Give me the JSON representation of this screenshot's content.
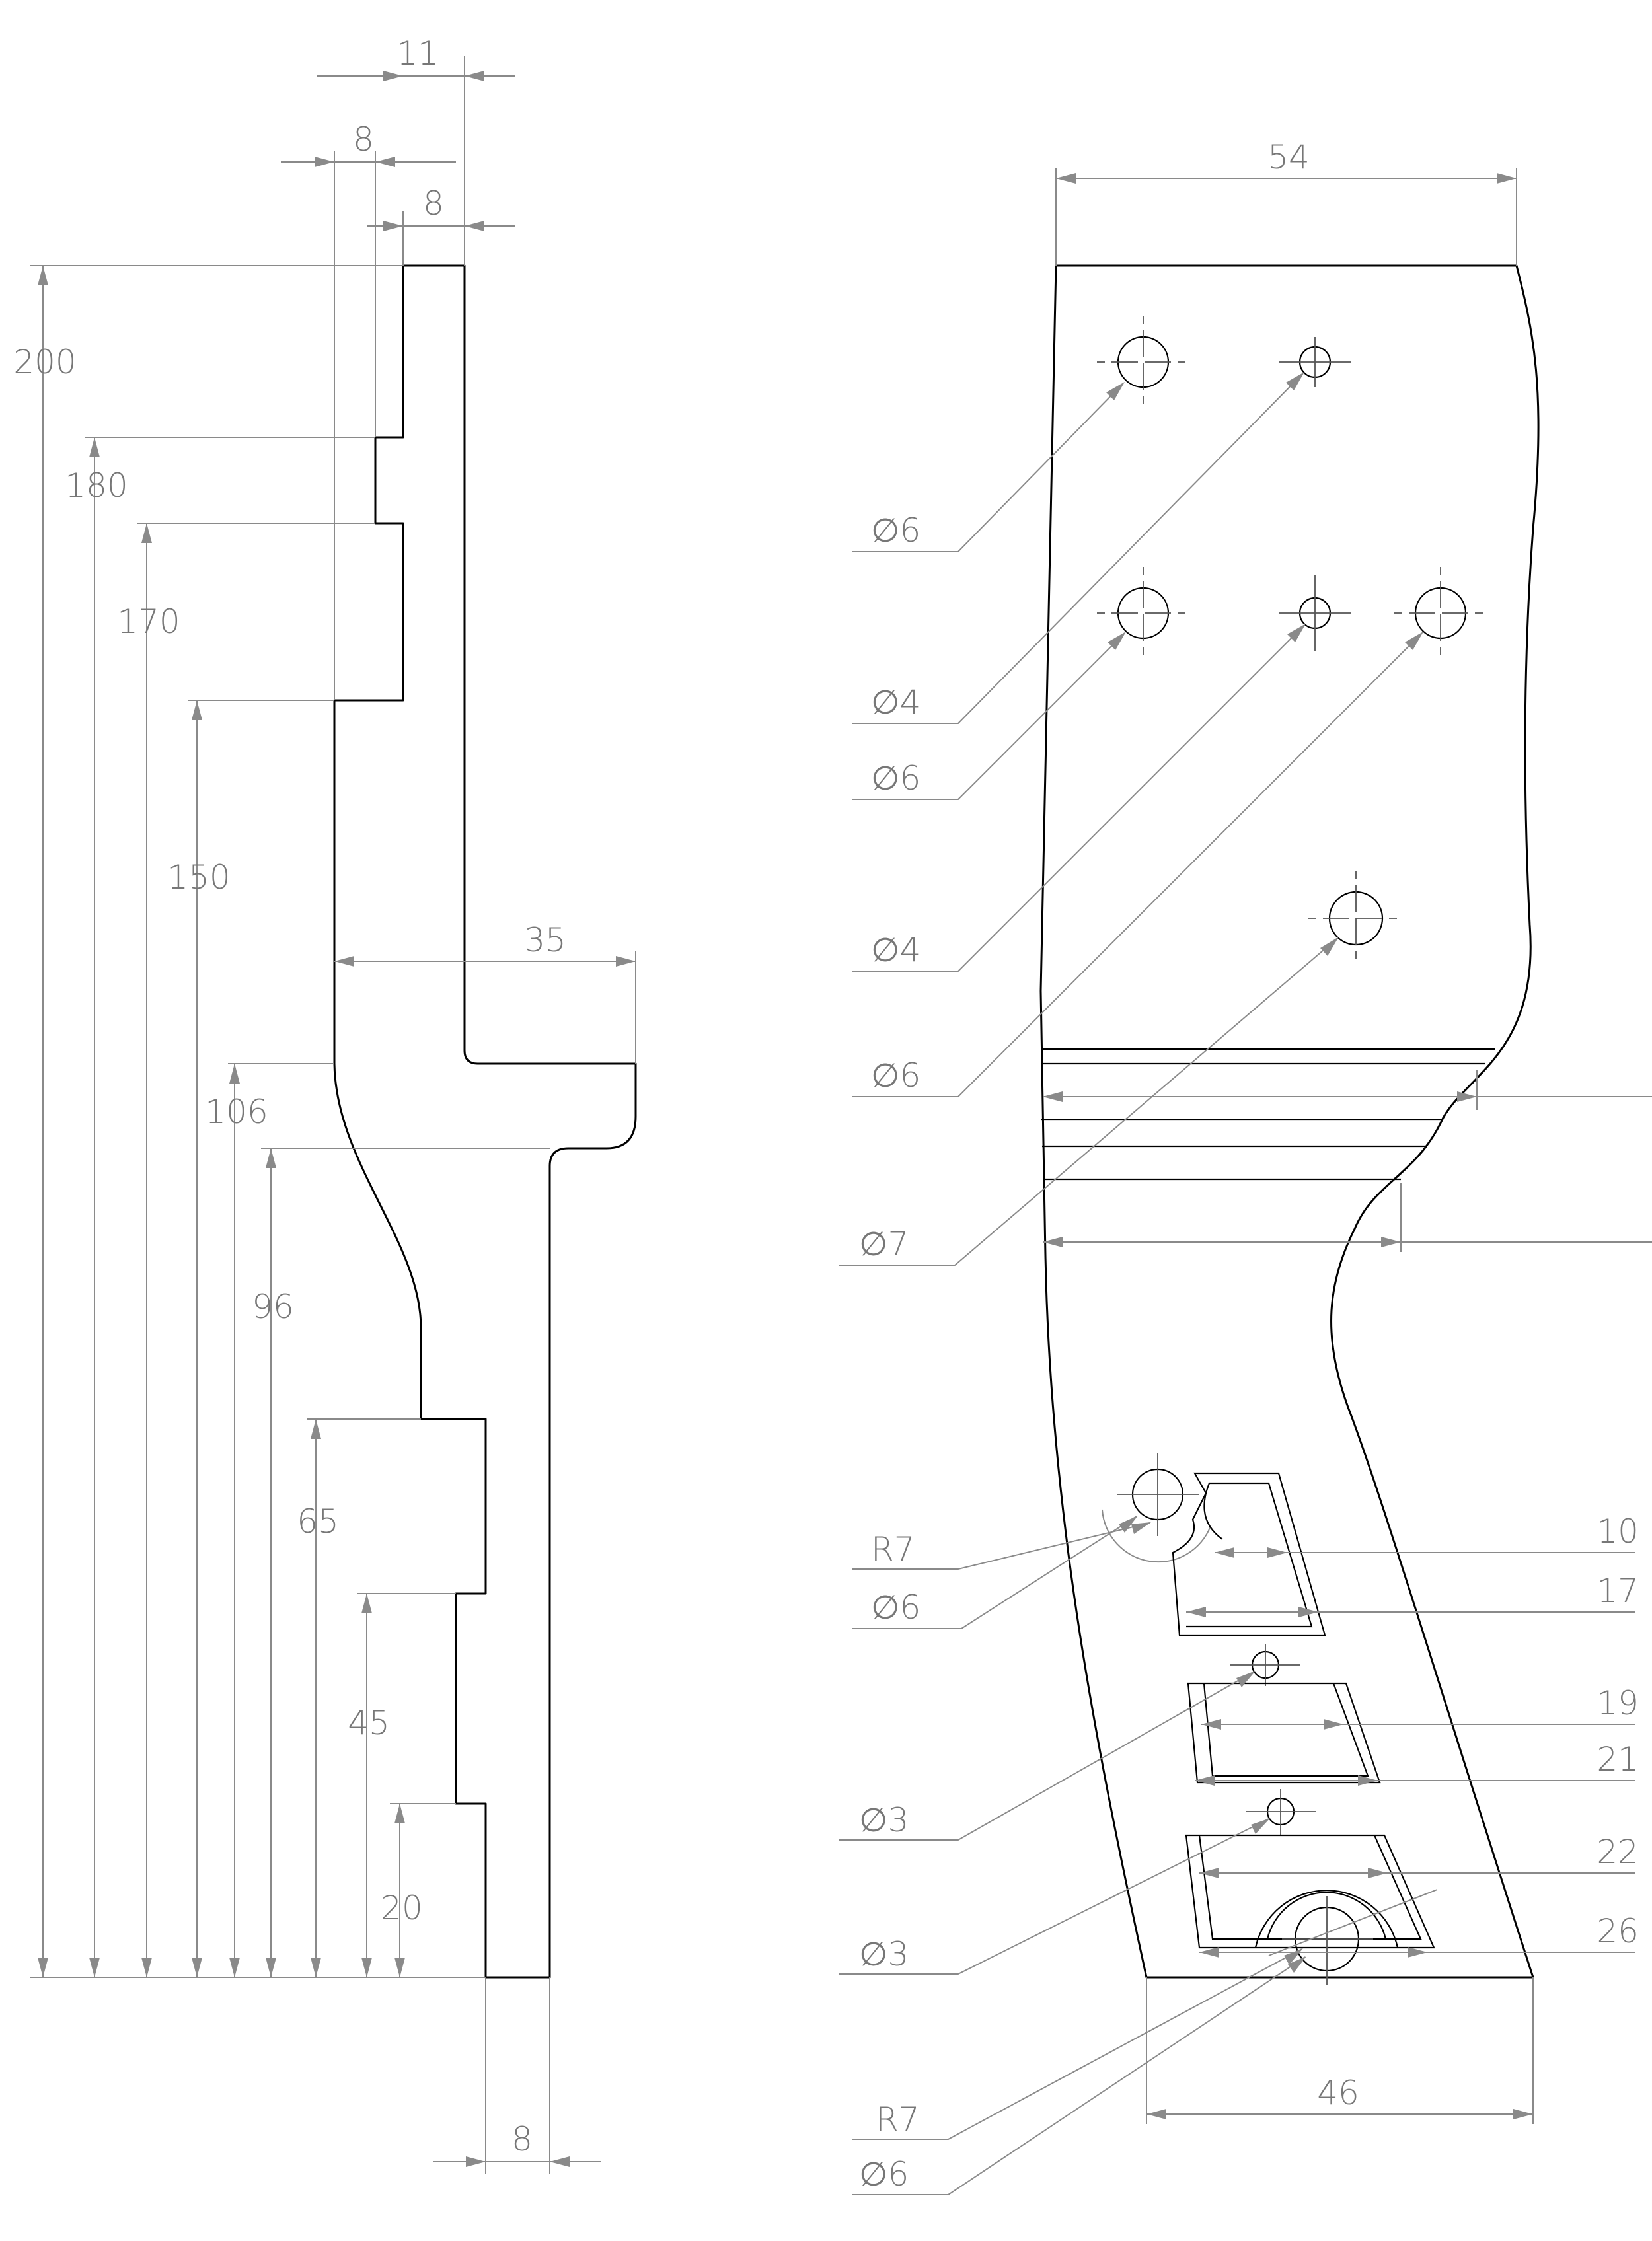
{
  "side_view": {
    "dim_11": "11",
    "dim_8_top": "8",
    "dim_8_mid": "8",
    "dim_200": "200",
    "dim_180": "180",
    "dim_170": "170",
    "dim_150": "150",
    "dim_35": "35",
    "dim_106": "106",
    "dim_96": "96",
    "dim_65": "65",
    "dim_45": "45",
    "dim_20": "20",
    "dim_8_bottom": "8"
  },
  "front_view": {
    "dim_54": "54",
    "hole_callouts": [
      "∅6",
      "∅4",
      "∅6",
      "∅4",
      "∅6",
      "∅7"
    ],
    "r7_top": "R7",
    "dia6_lower": "∅6",
    "dim_10": "10",
    "dim_17": "17",
    "dim_19": "19",
    "dim_21": "21",
    "dia3_a": "∅3",
    "dia3_b": "∅3",
    "dim_22": "22",
    "dim_26": "26",
    "dim_46": "46",
    "r7_bottom": "R7",
    "dia6_bottom": "∅6"
  }
}
